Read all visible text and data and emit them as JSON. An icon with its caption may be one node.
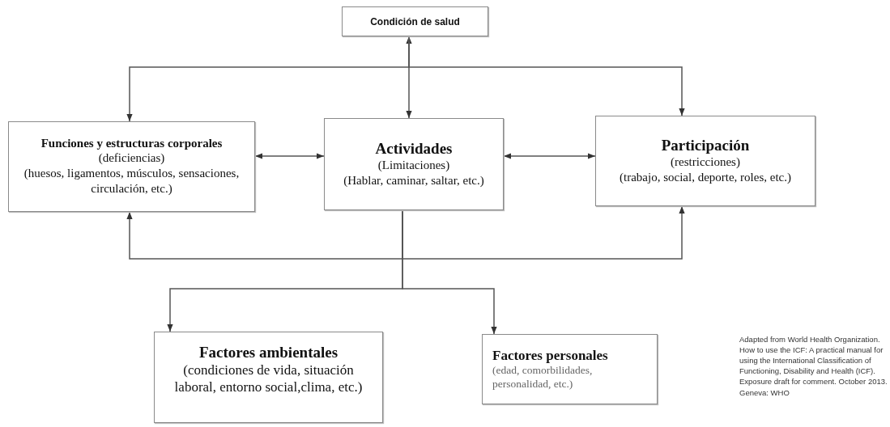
{
  "diagram": {
    "nodes": [
      {
        "text": [
          "Condición de salud"
        ]
      },
      {
        "text": [
          "Funciones y estructuras corporales",
          "(deficiencias)",
          "(huesos, ligamentos, músculos, sensaciones, circulación, etc.)"
        ]
      },
      {
        "text": [
          "Actividades",
          "(Limitaciones)",
          "(Hablar, caminar, saltar, etc.)"
        ]
      },
      {
        "text": [
          "Participación",
          "(restricciones)",
          "(trabajo, social, deporte, roles, etc.)"
        ]
      },
      {
        "text": [
          "Factores ambientales",
          "(condiciones de vida, situación laboral, entorno social,clima, etc.)"
        ]
      },
      {
        "text": [
          "Factores personales",
          "(edad, comorbilidades, personalidad, etc.)"
        ]
      }
    ],
    "edges": [
      {
        "from": 0,
        "to": 2,
        "arrow": "both"
      },
      {
        "from": 0,
        "to": 1,
        "arrow": "to"
      },
      {
        "from": 0,
        "to": 3,
        "arrow": "to"
      },
      {
        "from": 1,
        "to": 2,
        "arrow": "both"
      },
      {
        "from": 2,
        "to": 3,
        "arrow": "both"
      },
      {
        "from": 2,
        "to": 1,
        "arrow": "to"
      },
      {
        "from": 2,
        "to": 3,
        "arrow": "to"
      },
      {
        "from": 2,
        "to": 4,
        "arrow": "to"
      },
      {
        "from": 2,
        "to": 5,
        "arrow": "to"
      }
    ],
    "labels": [
      "Adapted from World Health Organization. How to use the ICF: A practical manual for using the International Classification of Functioning, Disability and Health (ICF). Exposure draft for comment. October 2013. Geneva: WHO"
    ]
  }
}
